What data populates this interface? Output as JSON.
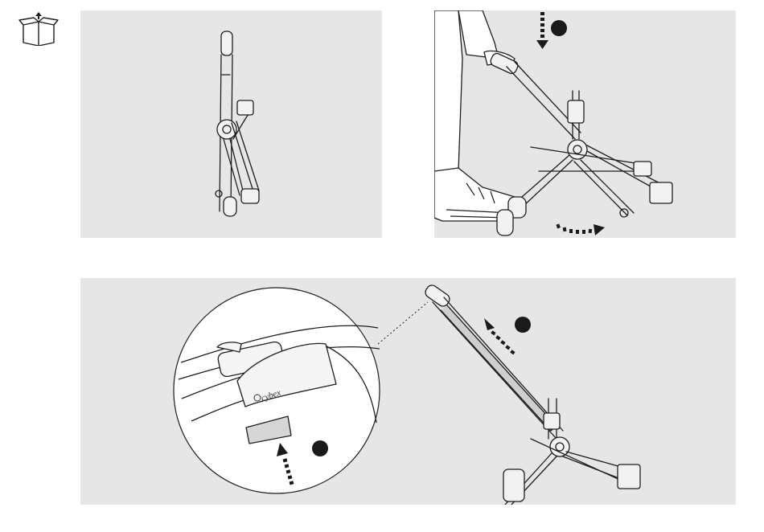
{
  "document": {
    "brand_logo_text": "cybex",
    "step_markers": [
      {
        "panel": "unfold-step",
        "marker": "filled-circle"
      },
      {
        "panel": "handle-step",
        "marker": "filled-circle"
      },
      {
        "panel": "handle-step",
        "marker": "filled-circle"
      }
    ],
    "icons": [
      "unbox-icon",
      "folded-stroller",
      "foot-press-unfold",
      "handle-lock-detail"
    ],
    "colors": {
      "panel_bg": "#e6e6e6",
      "line": "#1e1e1e",
      "marker": "#1a1a1a"
    }
  }
}
